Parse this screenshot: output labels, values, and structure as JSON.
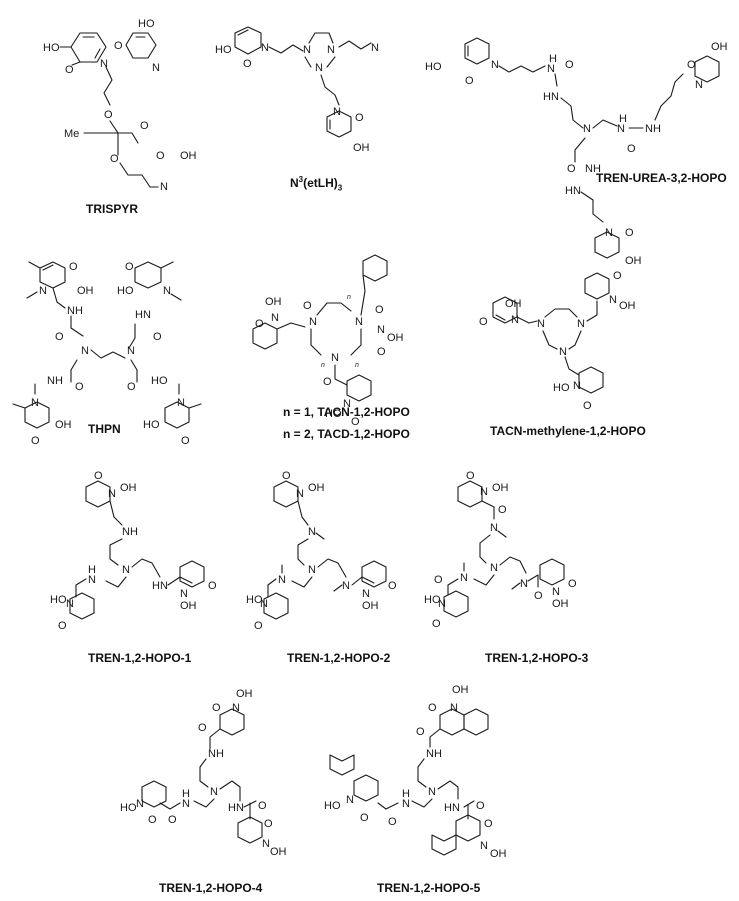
{
  "figure": {
    "background": "#ffffff",
    "line_color": "#1a1a1a",
    "compounds": [
      {
        "id": "trispyr",
        "name": "TRISPYR",
        "atoms": [
          "HO",
          "O",
          "N",
          "O",
          "O",
          "O",
          "Me",
          "N",
          "HO",
          "O",
          "N",
          "O",
          "OH"
        ]
      },
      {
        "id": "n3etlh3",
        "name_main": "N",
        "name_sup": "3",
        "name_rest": "(etLH)",
        "name_sub": "3",
        "atoms": [
          "HO",
          "O",
          "N",
          "N",
          "N",
          "N",
          "N",
          "O",
          "OH",
          "N",
          "O",
          "OH"
        ]
      },
      {
        "id": "tren-urea",
        "name": "TREN-UREA-3,2-HOPO",
        "atoms": [
          "HO",
          "O",
          "N",
          "H",
          "N",
          "O",
          "HN",
          "N",
          "H",
          "N",
          "NH",
          "O",
          "OH",
          "O",
          "N",
          "O",
          "NH",
          "HN",
          "N",
          "O",
          "OH"
        ]
      },
      {
        "id": "thpn",
        "name": "THPN",
        "atoms": [
          "O",
          "N",
          "OH",
          "NH",
          "O",
          "N",
          "N",
          "O",
          "HN",
          "O",
          "N",
          "HO",
          "O",
          "HO",
          "N",
          "NH",
          "O",
          "N",
          "OH",
          "O",
          "HO",
          "O"
        ]
      },
      {
        "id": "tacn-tacd",
        "name_line1": "n = 1, TACN-1,2-HOPO",
        "name_line2": "n = 2, TACD-1,2-HOPO",
        "atoms": [
          "OH",
          "O",
          "N",
          "O",
          "N",
          "N",
          "N",
          "O",
          "N",
          "OH",
          "O",
          "O",
          "N",
          "HO",
          "O",
          "n",
          "n",
          "n",
          "n"
        ]
      },
      {
        "id": "tacn-methylene",
        "name": "TACN-methylene-1,2-HOPO",
        "atoms": [
          "OH",
          "O",
          "N",
          "N",
          "N",
          "N",
          "O",
          "N",
          "OH",
          "HO",
          "N",
          "O"
        ]
      },
      {
        "id": "tren-hopo-1",
        "name": "TREN-1,2-HOPO-1",
        "atoms": [
          "O",
          "N",
          "OH",
          "NH",
          "N",
          "H",
          "N",
          "HN",
          "N",
          "O",
          "OH",
          "HO",
          "N",
          "O"
        ]
      },
      {
        "id": "tren-hopo-2",
        "name": "TREN-1,2-HOPO-2",
        "atoms": [
          "O",
          "N",
          "OH",
          "N",
          "N",
          "N",
          "N",
          "N",
          "O",
          "OH",
          "HO",
          "N",
          "O"
        ]
      },
      {
        "id": "tren-hopo-3",
        "name": "TREN-1,2-HOPO-3",
        "atoms": [
          "O",
          "N",
          "OH",
          "O",
          "N",
          "N",
          "O",
          "N",
          "N",
          "O",
          "N",
          "O",
          "OH",
          "HO",
          "N",
          "O"
        ]
      },
      {
        "id": "tren-hopo-4",
        "name": "TREN-1,2-HOPO-4",
        "atoms": [
          "OH",
          "O",
          "N",
          "O",
          "NH",
          "N",
          "H",
          "N",
          "HN",
          "O",
          "HO",
          "N",
          "O",
          "O",
          "O",
          "N",
          "OH"
        ]
      },
      {
        "id": "tren-hopo-5",
        "name": "TREN-1,2-HOPO-5",
        "atoms": [
          "OH",
          "O",
          "N",
          "O",
          "NH",
          "N",
          "H",
          "N",
          "HN",
          "O",
          "HO",
          "N",
          "O",
          "O",
          "O",
          "N",
          "OH"
        ]
      }
    ]
  }
}
